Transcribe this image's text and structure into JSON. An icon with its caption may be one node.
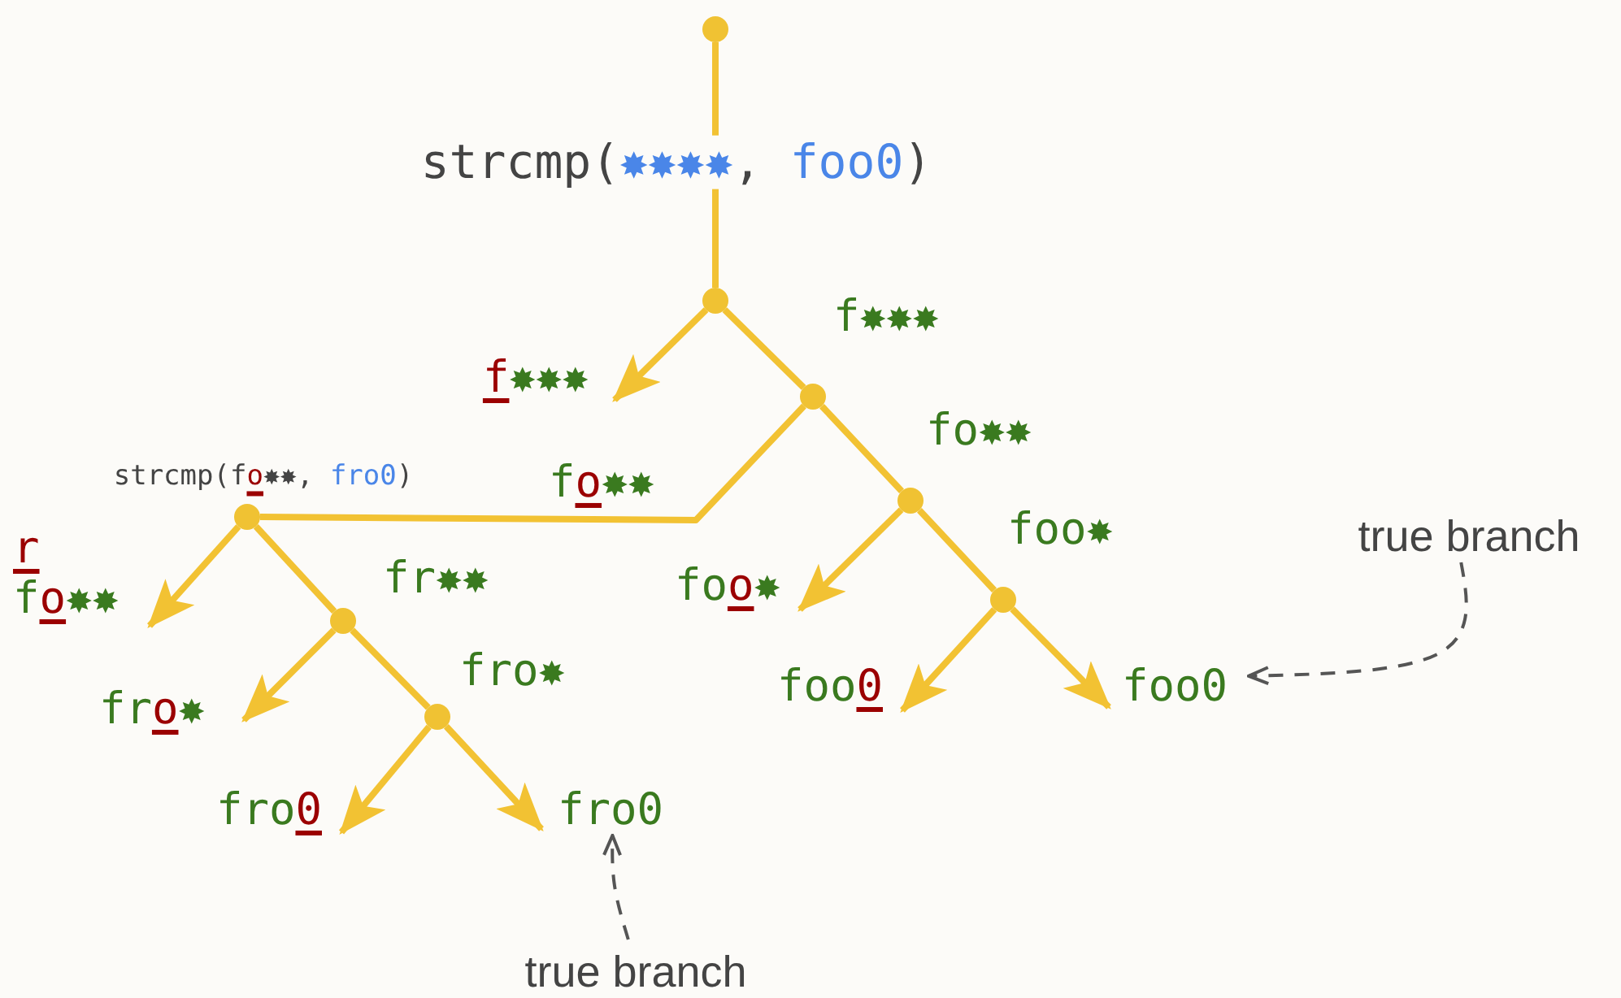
{
  "diagram": {
    "nodes": [
      {
        "text": [],
        "shape": "circle"
      },
      {
        "text": [],
        "shape": "circle"
      },
      {
        "text": [
          "**f**✸✸✸"
        ]
      },
      {
        "text": [],
        "shape": "circle"
      },
      {
        "text": [],
        "shape": "circle",
        "beside": [
          "strcmp(f**o**✸✸, *fro0*)"
        ]
      },
      {
        "text": [],
        "shape": "circle"
      },
      {
        "text": [
          "r",
          "f**o**✸✸"
        ]
      },
      {
        "text": [
          "fo**o**✸"
        ]
      },
      {
        "text": [],
        "shape": "circle"
      },
      {
        "text": [],
        "shape": "circle"
      },
      {
        "text": [
          "true branch"
        ]
      },
      {
        "text": [
          "fr**o**✸"
        ]
      },
      {
        "text": [],
        "shape": "circle"
      },
      {
        "text": [
          "foo**0**"
        ]
      },
      {
        "text": [
          "foo0"
        ]
      },
      {
        "text": [
          "fro**0**"
        ]
      },
      {
        "text": [
          "fro0"
        ]
      },
      {
        "text": [
          "true branch"
        ]
      }
    ],
    "edges": [
      {
        "from": 0,
        "to": 1,
        "arrow": "none",
        "label": "strcmp(*✸✸✸✸*, *foo0*)"
      },
      {
        "from": 1,
        "to": 2,
        "arrow": "to"
      },
      {
        "from": 1,
        "to": 3,
        "arrow": "none",
        "label": "f✸✸✸"
      },
      {
        "from": 3,
        "to": 4,
        "arrow": "none",
        "label": "f**o**✸✸"
      },
      {
        "from": 3,
        "to": 5,
        "arrow": "none",
        "label": "fo✸✸"
      },
      {
        "from": 4,
        "to": 6,
        "arrow": "to"
      },
      {
        "from": 4,
        "to": 8,
        "arrow": "none",
        "label": "fr✸✸"
      },
      {
        "from": 5,
        "to": 7,
        "arrow": "to"
      },
      {
        "from": 5,
        "to": 9,
        "arrow": "none",
        "label": "foo✸"
      },
      {
        "from": 8,
        "to": 11,
        "arrow": "to"
      },
      {
        "from": 8,
        "to": 12,
        "arrow": "none",
        "label": "fro✸"
      },
      {
        "from": 9,
        "to": 13,
        "arrow": "to"
      },
      {
        "from": 9,
        "to": 14,
        "arrow": "to"
      },
      {
        "from": 12,
        "to": 15,
        "arrow": "to"
      },
      {
        "from": 12,
        "to": 16,
        "arrow": "to"
      },
      {
        "from": 10,
        "to": 14,
        "arrow": "to",
        "style": "dashed",
        "color": "#555555"
      },
      {
        "from": 17,
        "to": 16,
        "arrow": "to",
        "style": "dashed",
        "color": "#555555"
      }
    ]
  }
}
